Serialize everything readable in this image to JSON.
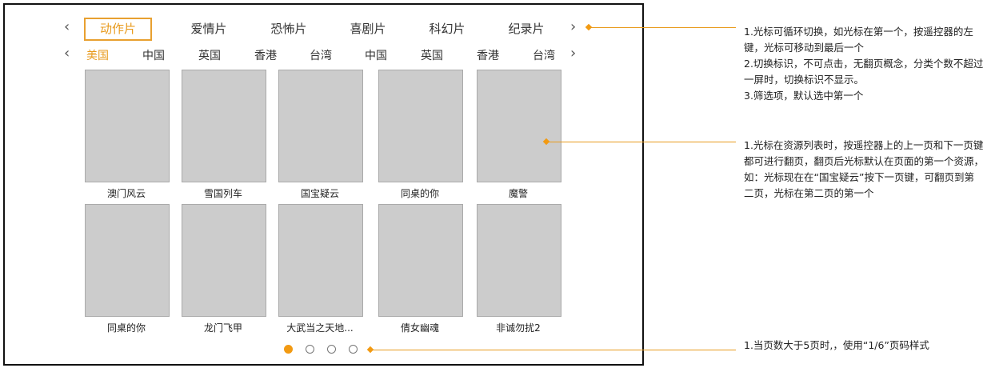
{
  "categories": [
    "动作片",
    "爱情片",
    "恐怖片",
    "喜剧片",
    "科幻片",
    "纪录片"
  ],
  "regions": [
    "美国",
    "中国",
    "英国",
    "香港",
    "台湾",
    "中国",
    "英国",
    "香港",
    "台湾"
  ],
  "posters": [
    {
      "title": "澳门风云"
    },
    {
      "title": "雪国列车"
    },
    {
      "title": "国宝疑云"
    },
    {
      "title": "同桌的你"
    },
    {
      "title": "魔警"
    },
    {
      "title": "同桌的你"
    },
    {
      "title": "龙门飞甲"
    },
    {
      "title": "大武当之天地..."
    },
    {
      "title": "倩女幽魂"
    },
    {
      "title": "非诚勿扰2"
    }
  ],
  "pagination": {
    "pages": 4,
    "current": 1
  },
  "chevrons": {
    "left": "‹",
    "right": "›"
  },
  "notes": {
    "filter": [
      "1.光标可循环切换，如光标在第一个，按遥控器的左键，光标可移动到最后一个",
      "2.切换标识，不可点击，无翻页概念，分类个数不超过一屏时，切换标识不显示。",
      "3.筛选项，默认选中第一个"
    ],
    "list": [
      "1.光标在资源列表时，按遥控器上的上一页和下一页键都可进行翻页，翻页后光标默认在页面的第一个资源，如：光标现在在“国宝疑云”按下一页键，可翻页到第二页，光标在第二页的第一个"
    ],
    "pager": [
      "1.当页数大于5页时,，使用“1/6”页码样式"
    ]
  },
  "colors": {
    "accent": "#f29a12"
  }
}
